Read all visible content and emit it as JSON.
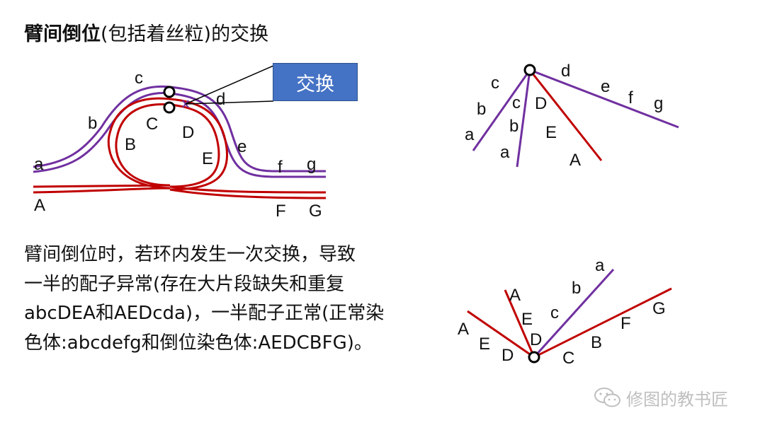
{
  "title": {
    "bold": "臂间倒位",
    "rest": "(包括着丝粒)的交换"
  },
  "swap_label": "交换",
  "paragraph": [
    "臂间倒位时，若环内发生一次交换，导致",
    "一半的配子异常(存在大片段缺失和重复",
    "abcDEA和AEDcda)，一半配子正常(正常染",
    "色体:abcdefg和倒位染色体:AEDCBFG)。"
  ],
  "watermark": "修图的教书匠",
  "colors": {
    "purple": "#7030a0",
    "red": "#c00000",
    "box": "#4472c4"
  },
  "left_diagram": {
    "purple_labels": [
      "a",
      "b",
      "c",
      "d",
      "e",
      "f",
      "g"
    ],
    "red_labels": [
      "A",
      "B",
      "C",
      "D",
      "E",
      "F",
      "G"
    ]
  },
  "top_right": {
    "left_arm_labels": [
      "c",
      "b",
      "a"
    ],
    "mid_arm_labels": [
      "c",
      "b",
      "a"
    ],
    "red_arm_labels": [
      "D",
      "E",
      "A"
    ],
    "right_arm_labels": [
      "d",
      "e",
      "f",
      "g"
    ]
  },
  "bottom_right": {
    "left_red_labels": [
      "A",
      "E",
      "D"
    ],
    "inner_red_labels": [
      "A",
      "E",
      "D"
    ],
    "purple_labels": [
      "c",
      "b",
      "a"
    ],
    "right_red_labels": [
      "C",
      "B",
      "F",
      "G"
    ]
  }
}
